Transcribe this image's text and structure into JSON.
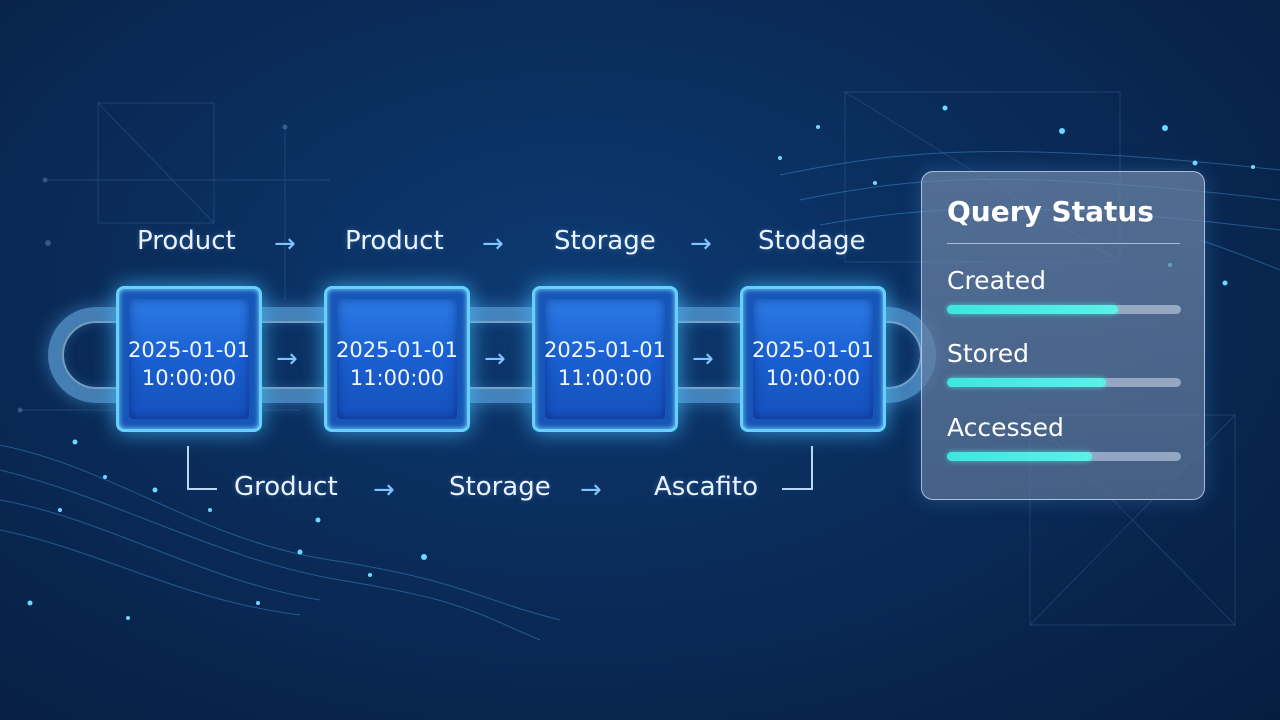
{
  "flow_top": {
    "labels": [
      "Product",
      "Product",
      "Storage",
      "Stodage"
    ]
  },
  "chain": {
    "blocks": [
      {
        "date": "2025-01-01",
        "time": "10:00:00"
      },
      {
        "date": "2025-01-01",
        "time": "11:00:00"
      },
      {
        "date": "2025-01-01",
        "time": "11:00:00"
      },
      {
        "date": "2025-01-01",
        "time": "10:00:00"
      }
    ]
  },
  "flow_bottom": {
    "labels": [
      "Groduct",
      "Storage",
      "Ascafito"
    ]
  },
  "arrow_glyph": "→",
  "query_status": {
    "title": "Query Status",
    "items": [
      {
        "label": "Created",
        "progress": 0.73
      },
      {
        "label": "Stored",
        "progress": 0.68
      },
      {
        "label": "Accessed",
        "progress": 0.62
      }
    ]
  },
  "colors": {
    "block_border": "#63d2ff",
    "block_fill": "#1556b8",
    "bar_fill": "#3ee6e0",
    "background": "#0a2c5a"
  }
}
